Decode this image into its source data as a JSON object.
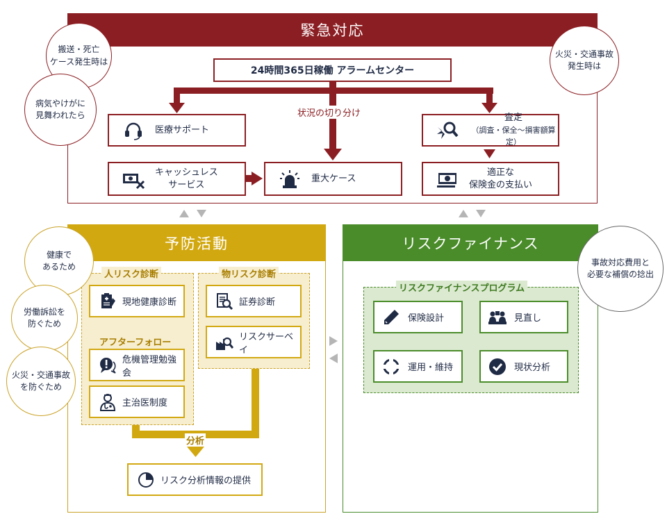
{
  "emergency": {
    "title": "緊急対応",
    "alarm_center": "24時間365日稼働 アラームセンター",
    "triage_label": "状況の切り分け",
    "medical_support": "医療サポート",
    "cashless_line1": "キャッシュレス",
    "cashless_line2": "サービス",
    "serious_case": "重大ケース",
    "assessment": "査定",
    "assessment_sub": "（調査・保全～損害額算定）",
    "payment_line1": "適正な",
    "payment_line2": "保険金の支払い"
  },
  "circles": {
    "transport_line1": "搬送・死亡",
    "transport_line2": "ケース発生時は",
    "illness_line1": "病気やけがに",
    "illness_line2": "見舞われたら",
    "fire_em_line1": "火災・交通事故",
    "fire_em_line2": "発生時は",
    "health_line1": "健康で",
    "health_line2": "あるため",
    "labor_line1": "労働訴訟を",
    "labor_line2": "防ぐため",
    "fire_pv_line1": "火災・交通事故",
    "fire_pv_line2": "を防ぐため",
    "finance_line1": "事故対応費用と",
    "finance_line2": "必要な補償の捻出"
  },
  "prevention": {
    "title": "予防活動",
    "human_risk": "人リスク診断",
    "onsite_checkup": "現地健康診断",
    "after_follow": "アフターフォロー",
    "crisis_seminar": "危機管理勉強会",
    "family_doctor": "主治医制度",
    "property_risk": "物リスク診断",
    "securities_check": "証券診断",
    "risk_survey": "リスクサーベイ",
    "analysis": "分析",
    "risk_report": "リスク分析情報の提供"
  },
  "finance": {
    "title": "リスクファイナンス",
    "program": "リスクファイナンスプログラム",
    "insurance_design": "保険設計",
    "review": "見直し",
    "operation": "運用・維持",
    "status_analysis": "現状分析"
  },
  "colors": {
    "emergency": "#8b1e22",
    "prevention": "#d2a811",
    "finance": "#4a8c2a",
    "icon": "#1f2a44"
  }
}
